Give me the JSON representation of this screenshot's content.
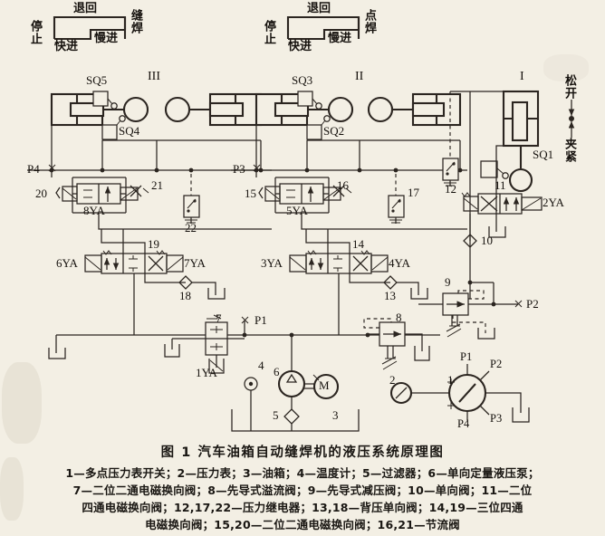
{
  "figure": {
    "title": "图 1  汽车油箱自动缝焊机的液压系统原理图",
    "legend_lines": [
      "1—多点压力表开关；2—压力表；3—油箱；4—温度计；5—过滤器；6—单向定量液压泵；",
      "7—二位二通电磁换向阀；8—先导式溢流阀；9—先导式减压阀；10—单向阀；11—二位",
      "四通电磁换向阀；12,17,22—压力继电器；13,18—背压单向阀；14,19—三位四通",
      "电磁换向阀；15,20—二位二通电磁换向阀；16,21—节流阀"
    ]
  },
  "cycle_diagrams": [
    {
      "id": "left",
      "top_label": "退回",
      "left_label": "停止",
      "bottom_left_label": "快进",
      "bottom_right_label": "慢进",
      "right_label": "缝焊"
    },
    {
      "id": "right",
      "top_label": "退回",
      "left_label": "停止",
      "bottom_left_label": "快进",
      "bottom_right_label": "慢进",
      "right_label": "点焊"
    }
  ],
  "groups": [
    {
      "id": "III",
      "label": "III",
      "switches": [
        "SQ5",
        "SQ4"
      ]
    },
    {
      "id": "II",
      "label": "II",
      "switches": [
        "SQ3",
        "SQ2"
      ]
    },
    {
      "id": "I",
      "label": "I",
      "switches": [
        "SQ1"
      ],
      "motion_up": "松开",
      "motion_down": "夹紧"
    }
  ],
  "ports": {
    "p1": "P1",
    "p2": "P2",
    "p3": "P3",
    "p4": "P4",
    "gauge_p1": "P1",
    "gauge_p2": "P2",
    "gauge_p3": "P3",
    "gauge_p4": "P4"
  },
  "components": {
    "n1": "1",
    "n2": "2",
    "n3": "3",
    "n4": "4",
    "n5": "5",
    "n6": "6",
    "n7": "7",
    "n8": "8",
    "n9": "9",
    "n10": "10",
    "n11": "11",
    "n12": "12",
    "n13": "13",
    "n14": "14",
    "n15": "15",
    "n16": "16",
    "n17": "17",
    "n18": "18",
    "n19": "19",
    "n20": "20",
    "n21": "21",
    "n22": "22",
    "motor": "M"
  },
  "solenoids": {
    "s1ya": "1YA",
    "s2ya": "2YA",
    "s3ya": "3YA",
    "s4ya": "4YA",
    "s5ya": "5YA",
    "s6ya": "6YA",
    "s7ya": "7YA",
    "s8ya": "8YA"
  },
  "colors": {
    "paper": "#f3efe4",
    "ink": "#15110d",
    "line": "#2b2520"
  }
}
